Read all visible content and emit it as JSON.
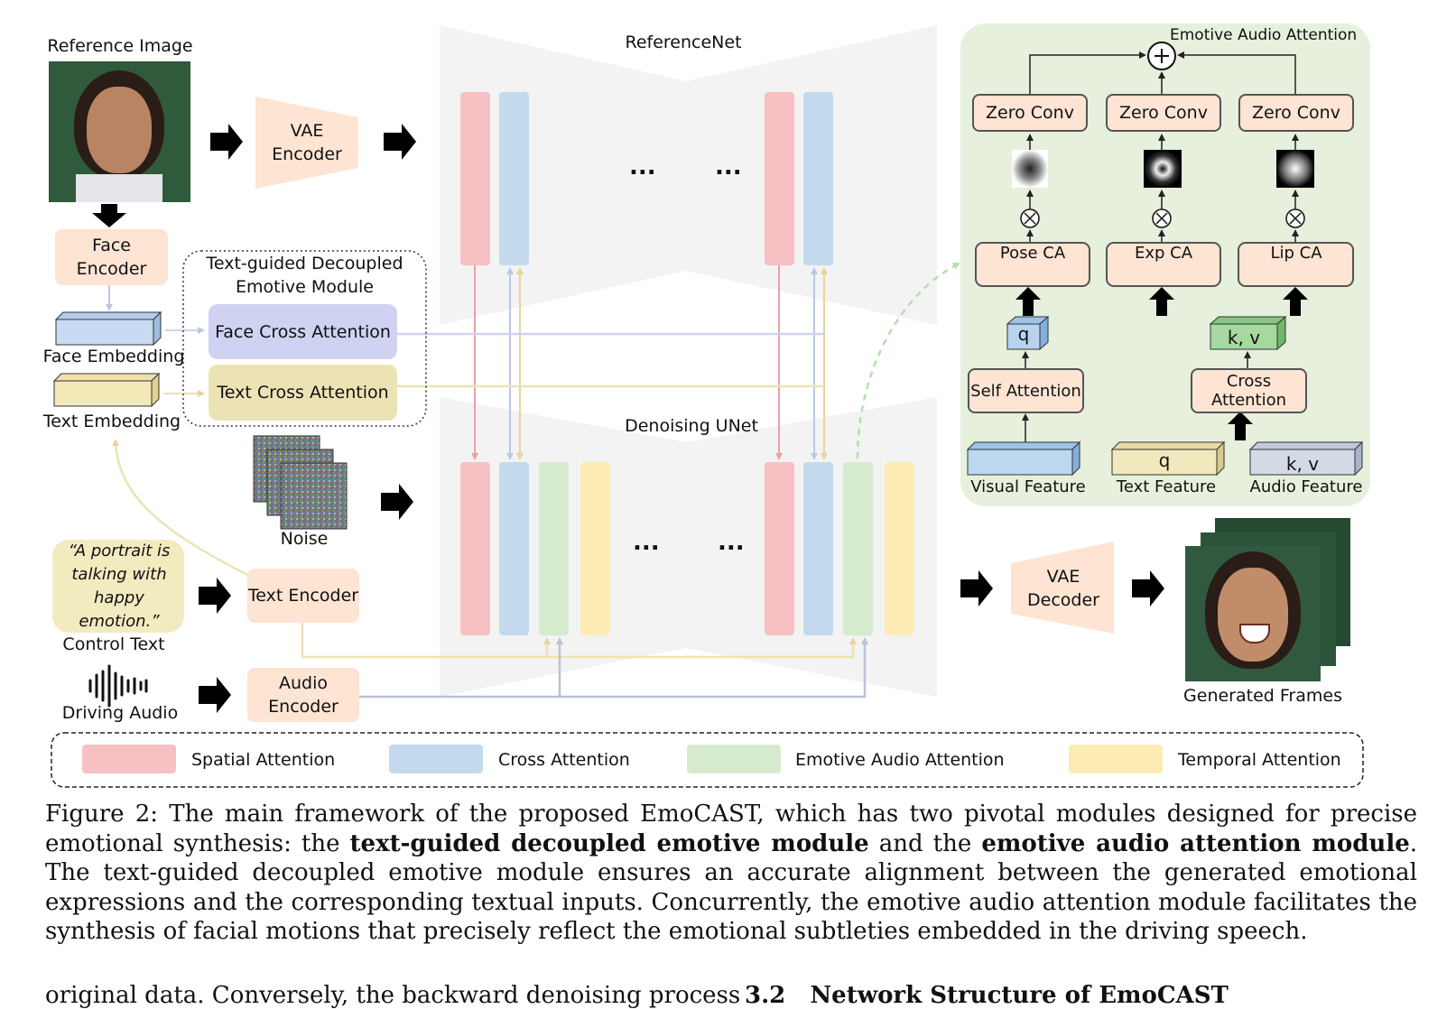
{
  "reference_image_label": "Reference Image",
  "referencenet_label": "ReferenceNet",
  "denoising_unet_label": "Denoising UNet",
  "vae_encoder_label": "VAE Encoder",
  "vae_decoder_label": "VAE Decoder",
  "face_encoder_label": "Face Encoder",
  "face_embedding_label": "Face Embedding",
  "text_embedding_label": "Text Embedding",
  "module_title": "Text-guided Decoupled Emotive Module",
  "face_cross_attention_label": "Face Cross Attention",
  "text_cross_attention_label": "Text Cross Attention",
  "noise_label": "Noise",
  "control_text_quote": "“A portrait is talking with happy emotion.”",
  "control_text_label": "Control Text",
  "text_encoder_label": "Text Encoder",
  "driving_audio_label": "Driving Audio",
  "audio_encoder_label": "Audio Encoder",
  "generated_frames_label": "Generated Frames",
  "ellipsis": "...",
  "emotive_panel": {
    "title": "Emotive Audio Attention",
    "zero_conv_label": "Zero Conv",
    "pose_ca_label": "Pose CA",
    "exp_ca_label": "Exp CA",
    "lip_ca_label": "Lip CA",
    "q_label": "q",
    "kv_label": "k, v",
    "self_attention_label": "Self Attention",
    "cross_attention_label": "Cross Attention",
    "visual_feature_label": "Visual Feature",
    "text_feature_label": "Text Feature",
    "text_feature_q": "q",
    "audio_feature_label": "Audio Feature",
    "audio_feature_kv": "k, v"
  },
  "legend": [
    {
      "label": "Spatial Attention",
      "color": "#f7c1c3"
    },
    {
      "label": "Cross Attention",
      "color": "#c3d9ee"
    },
    {
      "label": "Emotive Audio Attention",
      "color": "#d6ebce"
    },
    {
      "label": "Temporal Attention",
      "color": "#fcecb3"
    }
  ],
  "colors": {
    "spatial": "#f7c1c3",
    "cross": "#c3d9ee",
    "emotive": "#d6ebce",
    "temporal": "#fcecb3",
    "peach": "#fde4d3",
    "panel_bg": "#e6f0dc",
    "face_ca": "#cfd2f0",
    "text_ca": "#ece3b4"
  },
  "caption": {
    "prefix": "Figure 2: The main framework of the proposed EmoCAST, which has two pivotal modules designed for precise emotional synthesis: the ",
    "bold1": "text-guided decoupled emotive module",
    "middle": " and the ",
    "bold2": "emotive audio attention module",
    "suffix": ". The text-guided decoupled emotive module ensures an accurate alignment between the generated emotional expressions and the corresponding textual inputs. Concurrently, the emotive audio attention module facilitates the synthesis of facial motions that precisely reflect the emotional subtleties embedded in the driving speech."
  },
  "body_text_left": "original data. Conversely, the backward denoising process",
  "section_heading": "3.2   Network Structure of EmoCAST"
}
